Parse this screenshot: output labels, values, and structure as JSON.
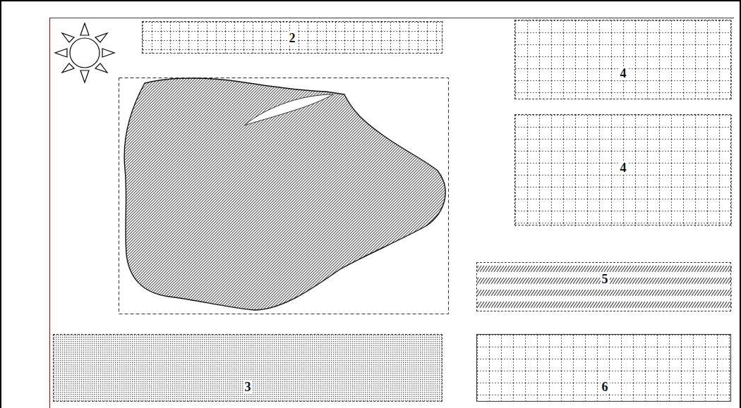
{
  "diagram": {
    "nodes": [
      {
        "text": [
          "2"
        ]
      },
      {
        "text": [
          "4"
        ]
      },
      {
        "text": [
          "4"
        ]
      },
      {
        "text": [
          "5"
        ]
      },
      {
        "text": [
          "3"
        ]
      },
      {
        "text": [
          "6"
        ]
      }
    ]
  }
}
